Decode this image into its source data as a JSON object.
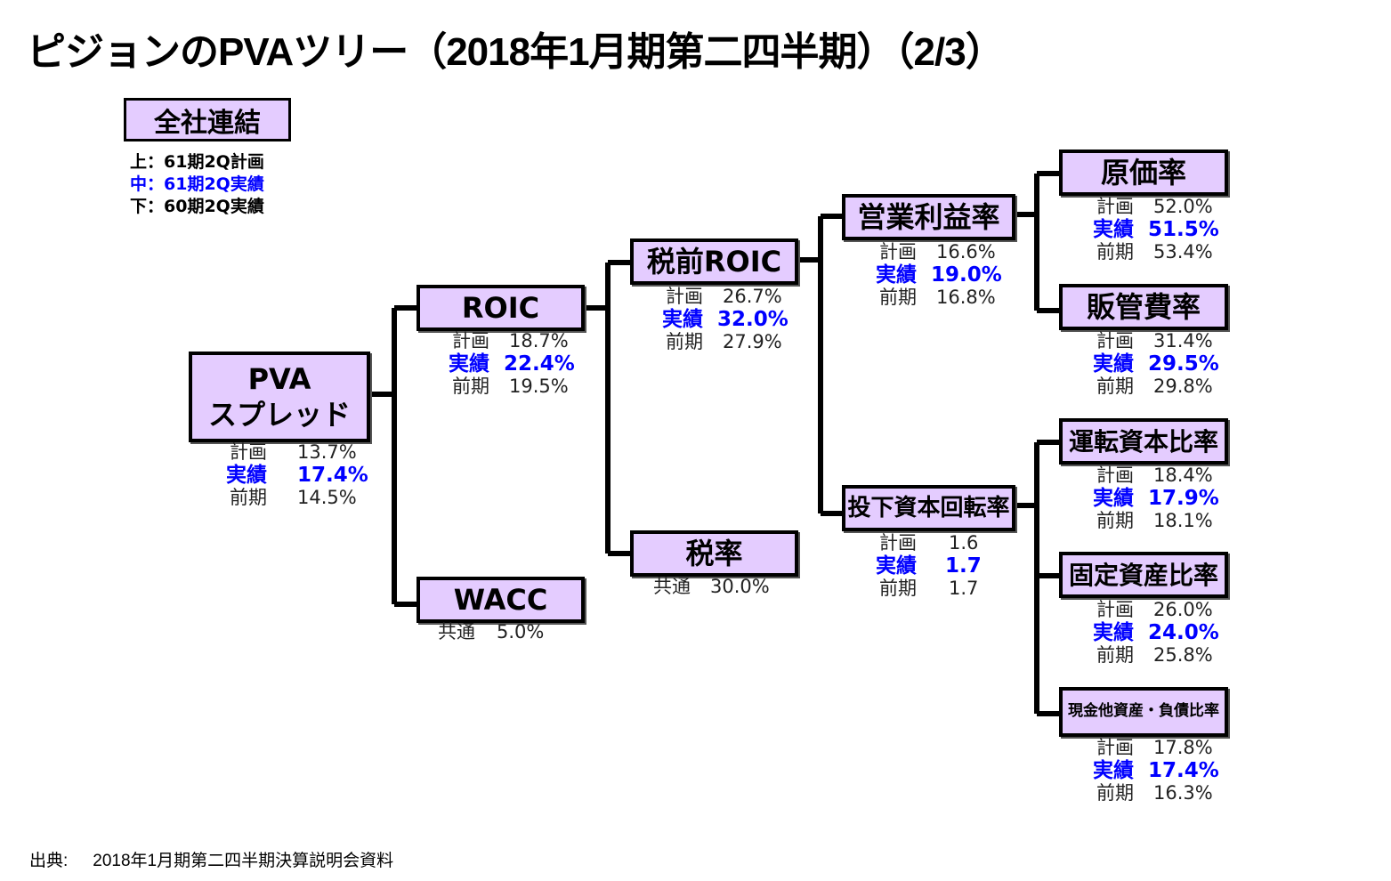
{
  "title": "ピジョンのPVAツリー（2018年1月期第二四半期）（2/3）",
  "legend": {
    "scope": "全社連結",
    "lines": [
      {
        "text": "上：61期2Q計画",
        "color": "#000000"
      },
      {
        "text": "中：61期2Q実績",
        "color": "#0000ff"
      },
      {
        "text": "下：60期2Q実績",
        "color": "#000000"
      }
    ]
  },
  "labels": {
    "plan": "計画",
    "actual": "実績",
    "prior": "前期",
    "common": "共通"
  },
  "colors": {
    "node_fill": "#e4ccff",
    "actual_text": "#0000ff",
    "border": "#000000"
  },
  "nodes": {
    "pva": {
      "name_line1": "PVA",
      "name_line2": "スプレッド",
      "plan": "13.7%",
      "actual": "17.4%",
      "prior": "14.5%"
    },
    "roic": {
      "name": "ROIC",
      "plan": "18.7%",
      "actual": "22.4%",
      "prior": "19.5%"
    },
    "wacc": {
      "name": "WACC",
      "common": "5.0%"
    },
    "pretax_roic": {
      "name": "税前ROIC",
      "plan": "26.7%",
      "actual": "32.0%",
      "prior": "27.9%"
    },
    "tax_rate": {
      "name": "税率",
      "common": "30.0%"
    },
    "op_margin": {
      "name": "営業利益率",
      "plan": "16.6%",
      "actual": "19.0%",
      "prior": "16.8%"
    },
    "capital_turnover": {
      "name": "投下資本回転率",
      "plan": "1.6",
      "actual": "1.7",
      "prior": "1.7"
    },
    "cost_ratio": {
      "name": "原価率",
      "plan": "52.0%",
      "actual": "51.5%",
      "prior": "53.4%"
    },
    "sga_ratio": {
      "name": "販管費率",
      "plan": "31.4%",
      "actual": "29.5%",
      "prior": "29.8%"
    },
    "working_capital_ratio": {
      "name": "運転資本比率",
      "plan": "18.4%",
      "actual": "17.9%",
      "prior": "18.1%"
    },
    "fixed_asset_ratio": {
      "name": "固定資産比率",
      "plan": "26.0%",
      "actual": "24.0%",
      "prior": "25.8%"
    },
    "cash_other_ratio": {
      "name": "現金他資産・負債比率",
      "plan": "17.8%",
      "actual": "17.4%",
      "prior": "16.3%"
    }
  },
  "source": {
    "label": "出典:",
    "text": "2018年1月期第二四半期決算説明会資料"
  }
}
